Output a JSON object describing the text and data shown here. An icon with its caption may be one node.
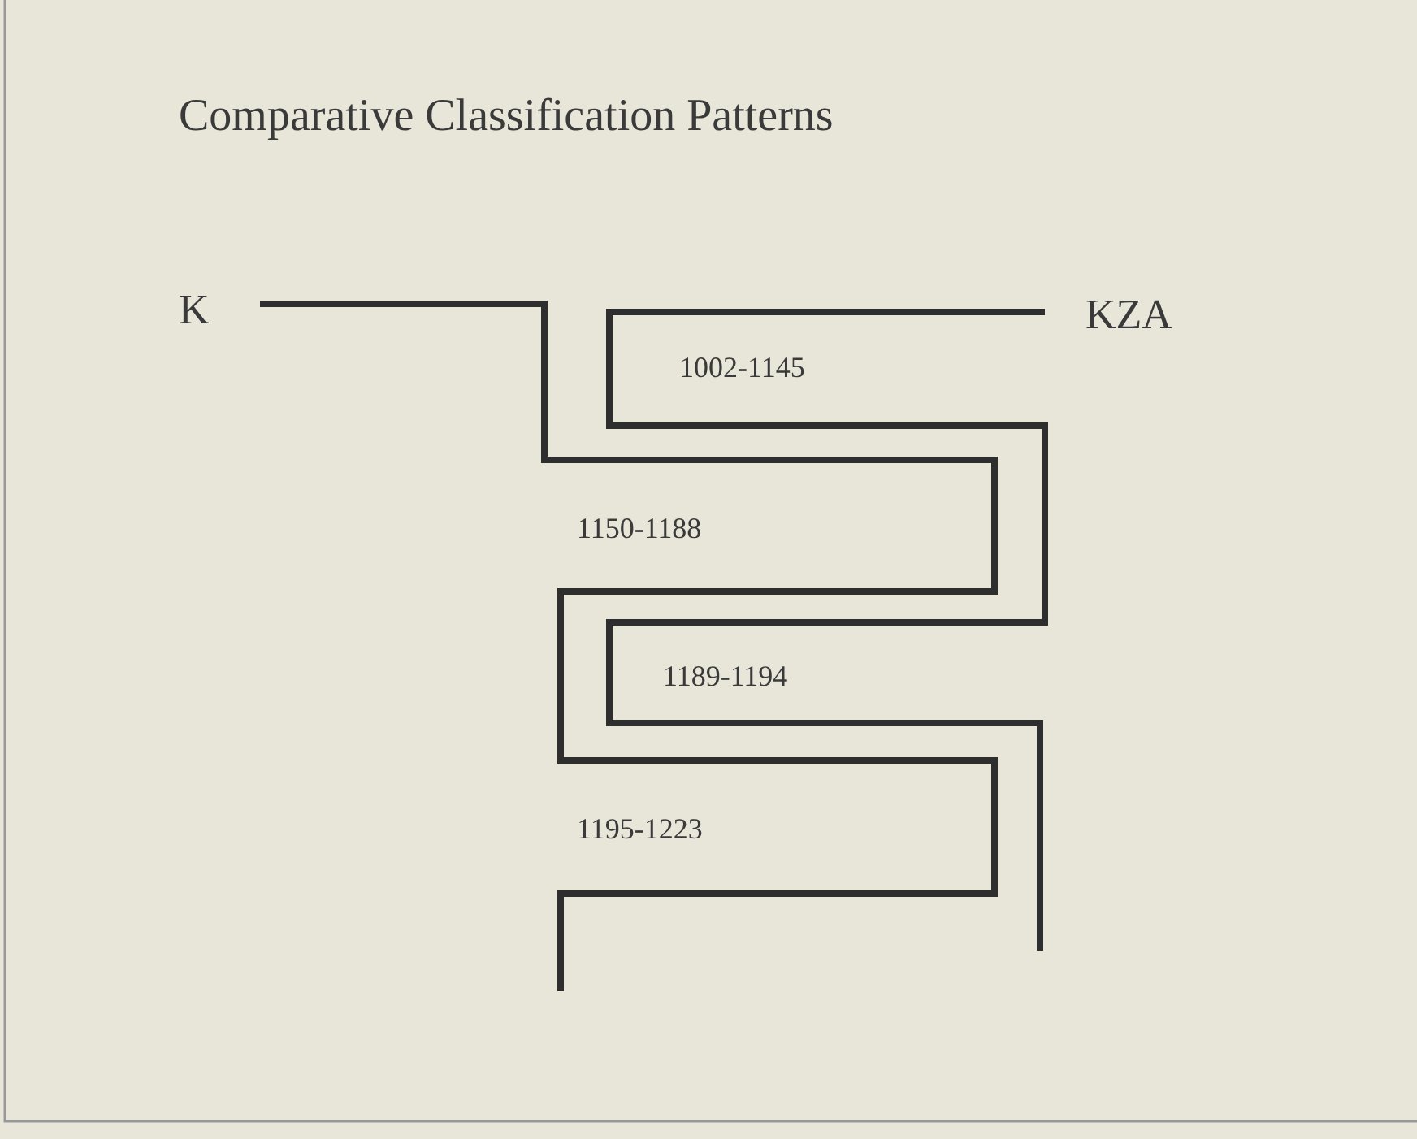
{
  "diagram": {
    "title": "Comparative Classification Patterns",
    "labels": [
      "K",
      "KZA",
      "1002-1145",
      "1150-1188",
      "1189-1194",
      "1195-1223"
    ]
  }
}
